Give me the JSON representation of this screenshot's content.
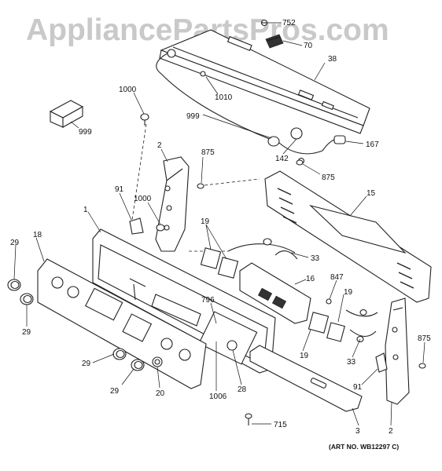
{
  "watermark": "AppliancePartsPros.com",
  "art_number": "(ART NO. WB12297 C)",
  "callouts": {
    "c752": "752",
    "c70": "70",
    "c38": "38",
    "c1000a": "1000",
    "c1010": "1010",
    "c999a": "999",
    "c999b": "999",
    "c167": "167",
    "c142": "142",
    "c875a": "875",
    "c875b": "875",
    "c875c": "875",
    "c2a": "2",
    "c91a": "91",
    "c1000b": "1000",
    "c15": "15",
    "c1": "1",
    "c19a": "19",
    "c18": "18",
    "c29a": "29",
    "c29b": "29",
    "c33a": "33",
    "c16": "16",
    "c847": "847",
    "c796": "796",
    "c19b": "19",
    "c19c": "19",
    "c33b": "33",
    "c29c": "29",
    "c29d": "29",
    "c20": "20",
    "c1006": "1006",
    "c28": "28",
    "c91b": "91",
    "c715": "715",
    "c3": "3",
    "c2b": "2"
  }
}
